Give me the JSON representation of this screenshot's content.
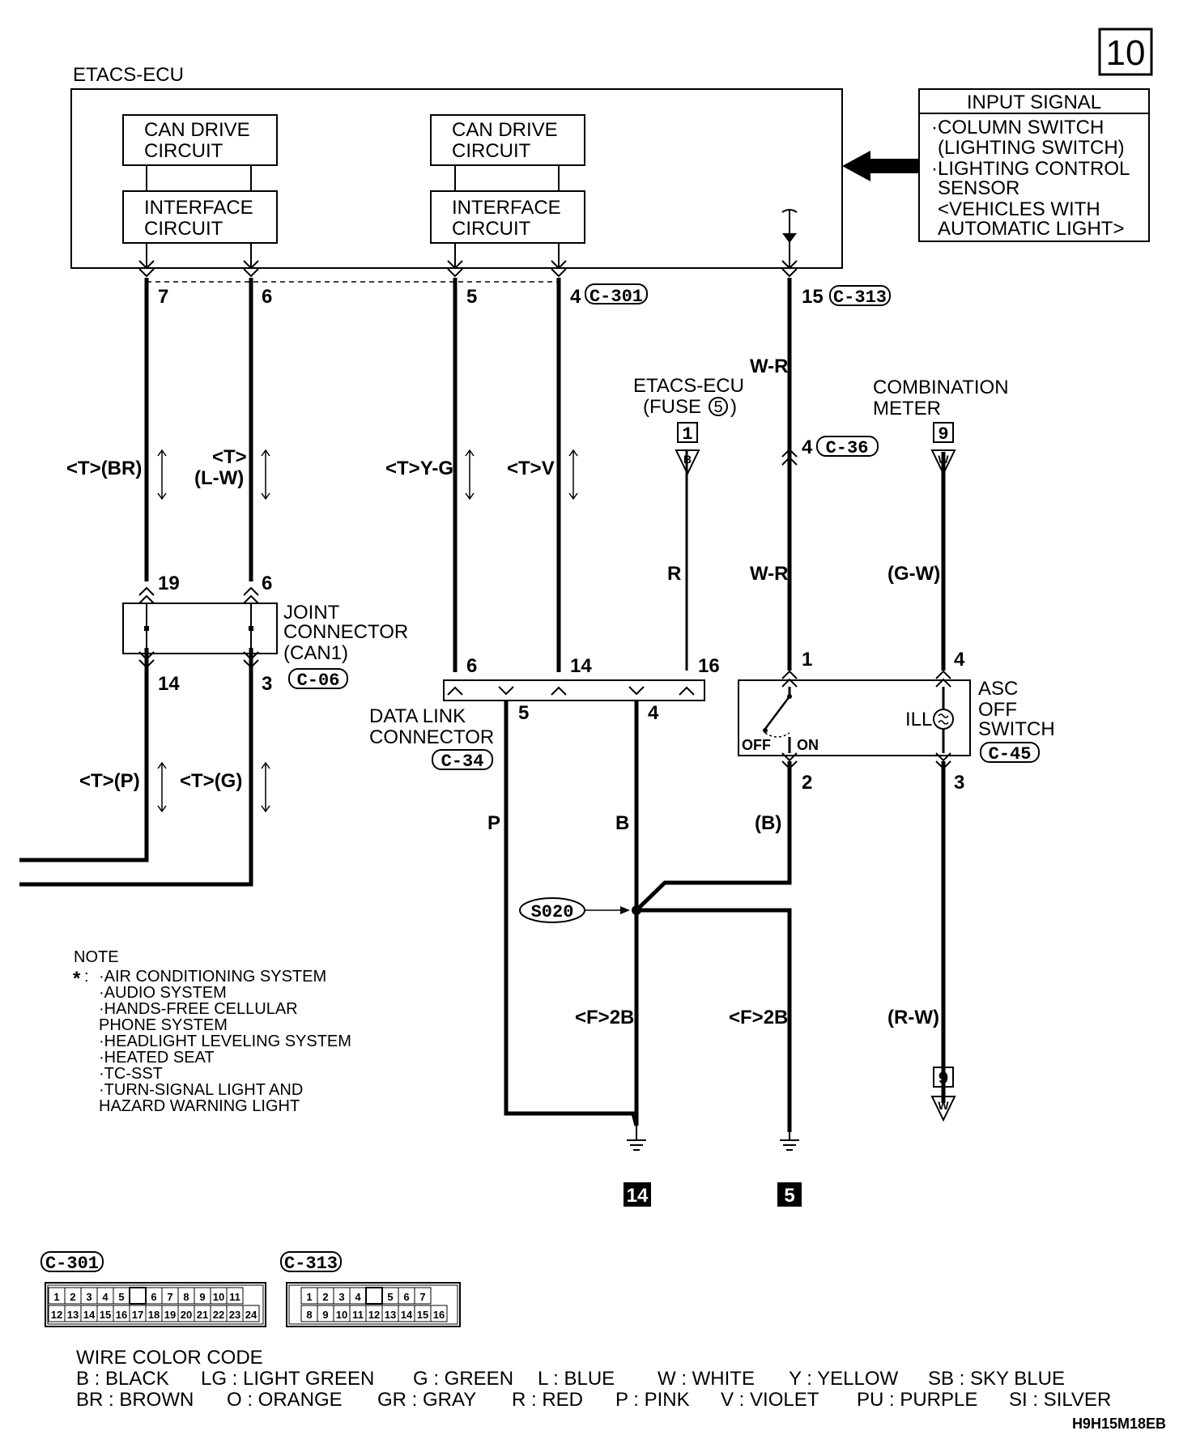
{
  "page_number": "10",
  "ecu": {
    "title": "ETACS-ECU",
    "blocks": [
      {
        "line1": "CAN DRIVE",
        "line2": "CIRCUIT"
      },
      {
        "line1": "INTERFACE",
        "line2": "CIRCUIT"
      },
      {
        "line1": "CAN DRIVE",
        "line2": "CIRCUIT"
      },
      {
        "line1": "INTERFACE",
        "line2": "CIRCUIT"
      }
    ]
  },
  "input_signal": {
    "title": "INPUT SIGNAL",
    "lines": [
      "·COLUMN SWITCH",
      "(LIGHTING SWITCH)",
      "·LIGHTING CONTROL",
      "SENSOR",
      "<VEHICLES WITH",
      "AUTOMATIC LIGHT>"
    ]
  },
  "ecu_pins": [
    "7",
    "6",
    "5",
    "4",
    "15"
  ],
  "connectors": {
    "c301": "C-301",
    "c313": "C-313",
    "c36": "C-36",
    "c06": "C-06",
    "c34": "C-34",
    "c45": "C-45"
  },
  "wire_labels": {
    "br": "<T>(BR)",
    "lw_a": "<T>",
    "lw_b": "(L-W)",
    "yg": "<T>Y-G",
    "v": "<T>V",
    "wr1": "W-R",
    "wr2": "W-R",
    "r": "R",
    "gw": "(G-W)",
    "p_t": "<T>(P)",
    "g_t": "<T>(G)",
    "p": "P",
    "b": "B",
    "b_paren": "(B)",
    "f2b_1": "<F>2B",
    "f2b_2": "<F>2B",
    "rw": "(R-W)"
  },
  "pins": {
    "c36": "4",
    "jc_top1": "19",
    "jc_top2": "6",
    "jc_bot1": "14",
    "jc_bot2": "3",
    "dlc_6": "6",
    "dlc_14": "14",
    "dlc_16": "16",
    "dlc_5": "5",
    "dlc_4": "4",
    "asc_1": "1",
    "asc_2": "2",
    "asc_3": "3",
    "asc_4": "4"
  },
  "fuse": {
    "line1": "ETACS-ECU",
    "line2": "(FUSE",
    "num": "5",
    "ref": "1",
    "wire": "B"
  },
  "meter": {
    "line1": "COMBINATION",
    "line2": "METER",
    "ref": "9",
    "wire": "W"
  },
  "meter_bottom": {
    "ref": "9",
    "wire": "W"
  },
  "joint_connector": [
    "JOINT",
    "CONNECTOR",
    "(CAN1)"
  ],
  "dlc": [
    "DATA LINK",
    "CONNECTOR"
  ],
  "asc": [
    "ASC",
    "OFF",
    "SWITCH"
  ],
  "switch_labels": {
    "off": "OFF",
    "on": "ON",
    "ill": "ILL"
  },
  "splice": "S020",
  "grounds": [
    "14",
    "5"
  ],
  "note": {
    "title": "NOTE",
    "star": "*",
    "items": [
      "·AIR CONDITIONING SYSTEM",
      "·AUDIO SYSTEM",
      "·HANDS-FREE CELLULAR",
      " PHONE SYSTEM",
      "·HEADLIGHT LEVELING SYSTEM",
      "·HEATED SEAT",
      "·TC-SST",
      "·TURN-SIGNAL LIGHT AND",
      " HAZARD WARNING LIGHT"
    ]
  },
  "c301_pins": {
    "top": [
      "1",
      "2",
      "3",
      "4",
      "5",
      "",
      "6",
      "7",
      "8",
      "9",
      "10",
      "11"
    ],
    "bottom": [
      "12",
      "13",
      "14",
      "15",
      "16",
      "17",
      "18",
      "19",
      "20",
      "21",
      "22",
      "23",
      "24"
    ]
  },
  "c313_pins": {
    "top": [
      "1",
      "2",
      "3",
      "4",
      "",
      "5",
      "6",
      "7"
    ],
    "bottom": [
      "8",
      "9",
      "10",
      "11",
      "12",
      "13",
      "14",
      "15",
      "16"
    ]
  },
  "color_code": {
    "title": "WIRE COLOR CODE",
    "row1": [
      "B : BLACK",
      "LG : LIGHT GREEN",
      "G : GREEN",
      "L : BLUE",
      "W : WHITE",
      "Y : YELLOW",
      "SB : SKY BLUE"
    ],
    "row2": [
      "BR : BROWN",
      "O : ORANGE",
      "GR : GRAY",
      "R : RED",
      "P : PINK",
      "V : VIOLET",
      "PU : PURPLE",
      "SI : SILVER"
    ]
  },
  "doc_code": "H9H15M18EB"
}
